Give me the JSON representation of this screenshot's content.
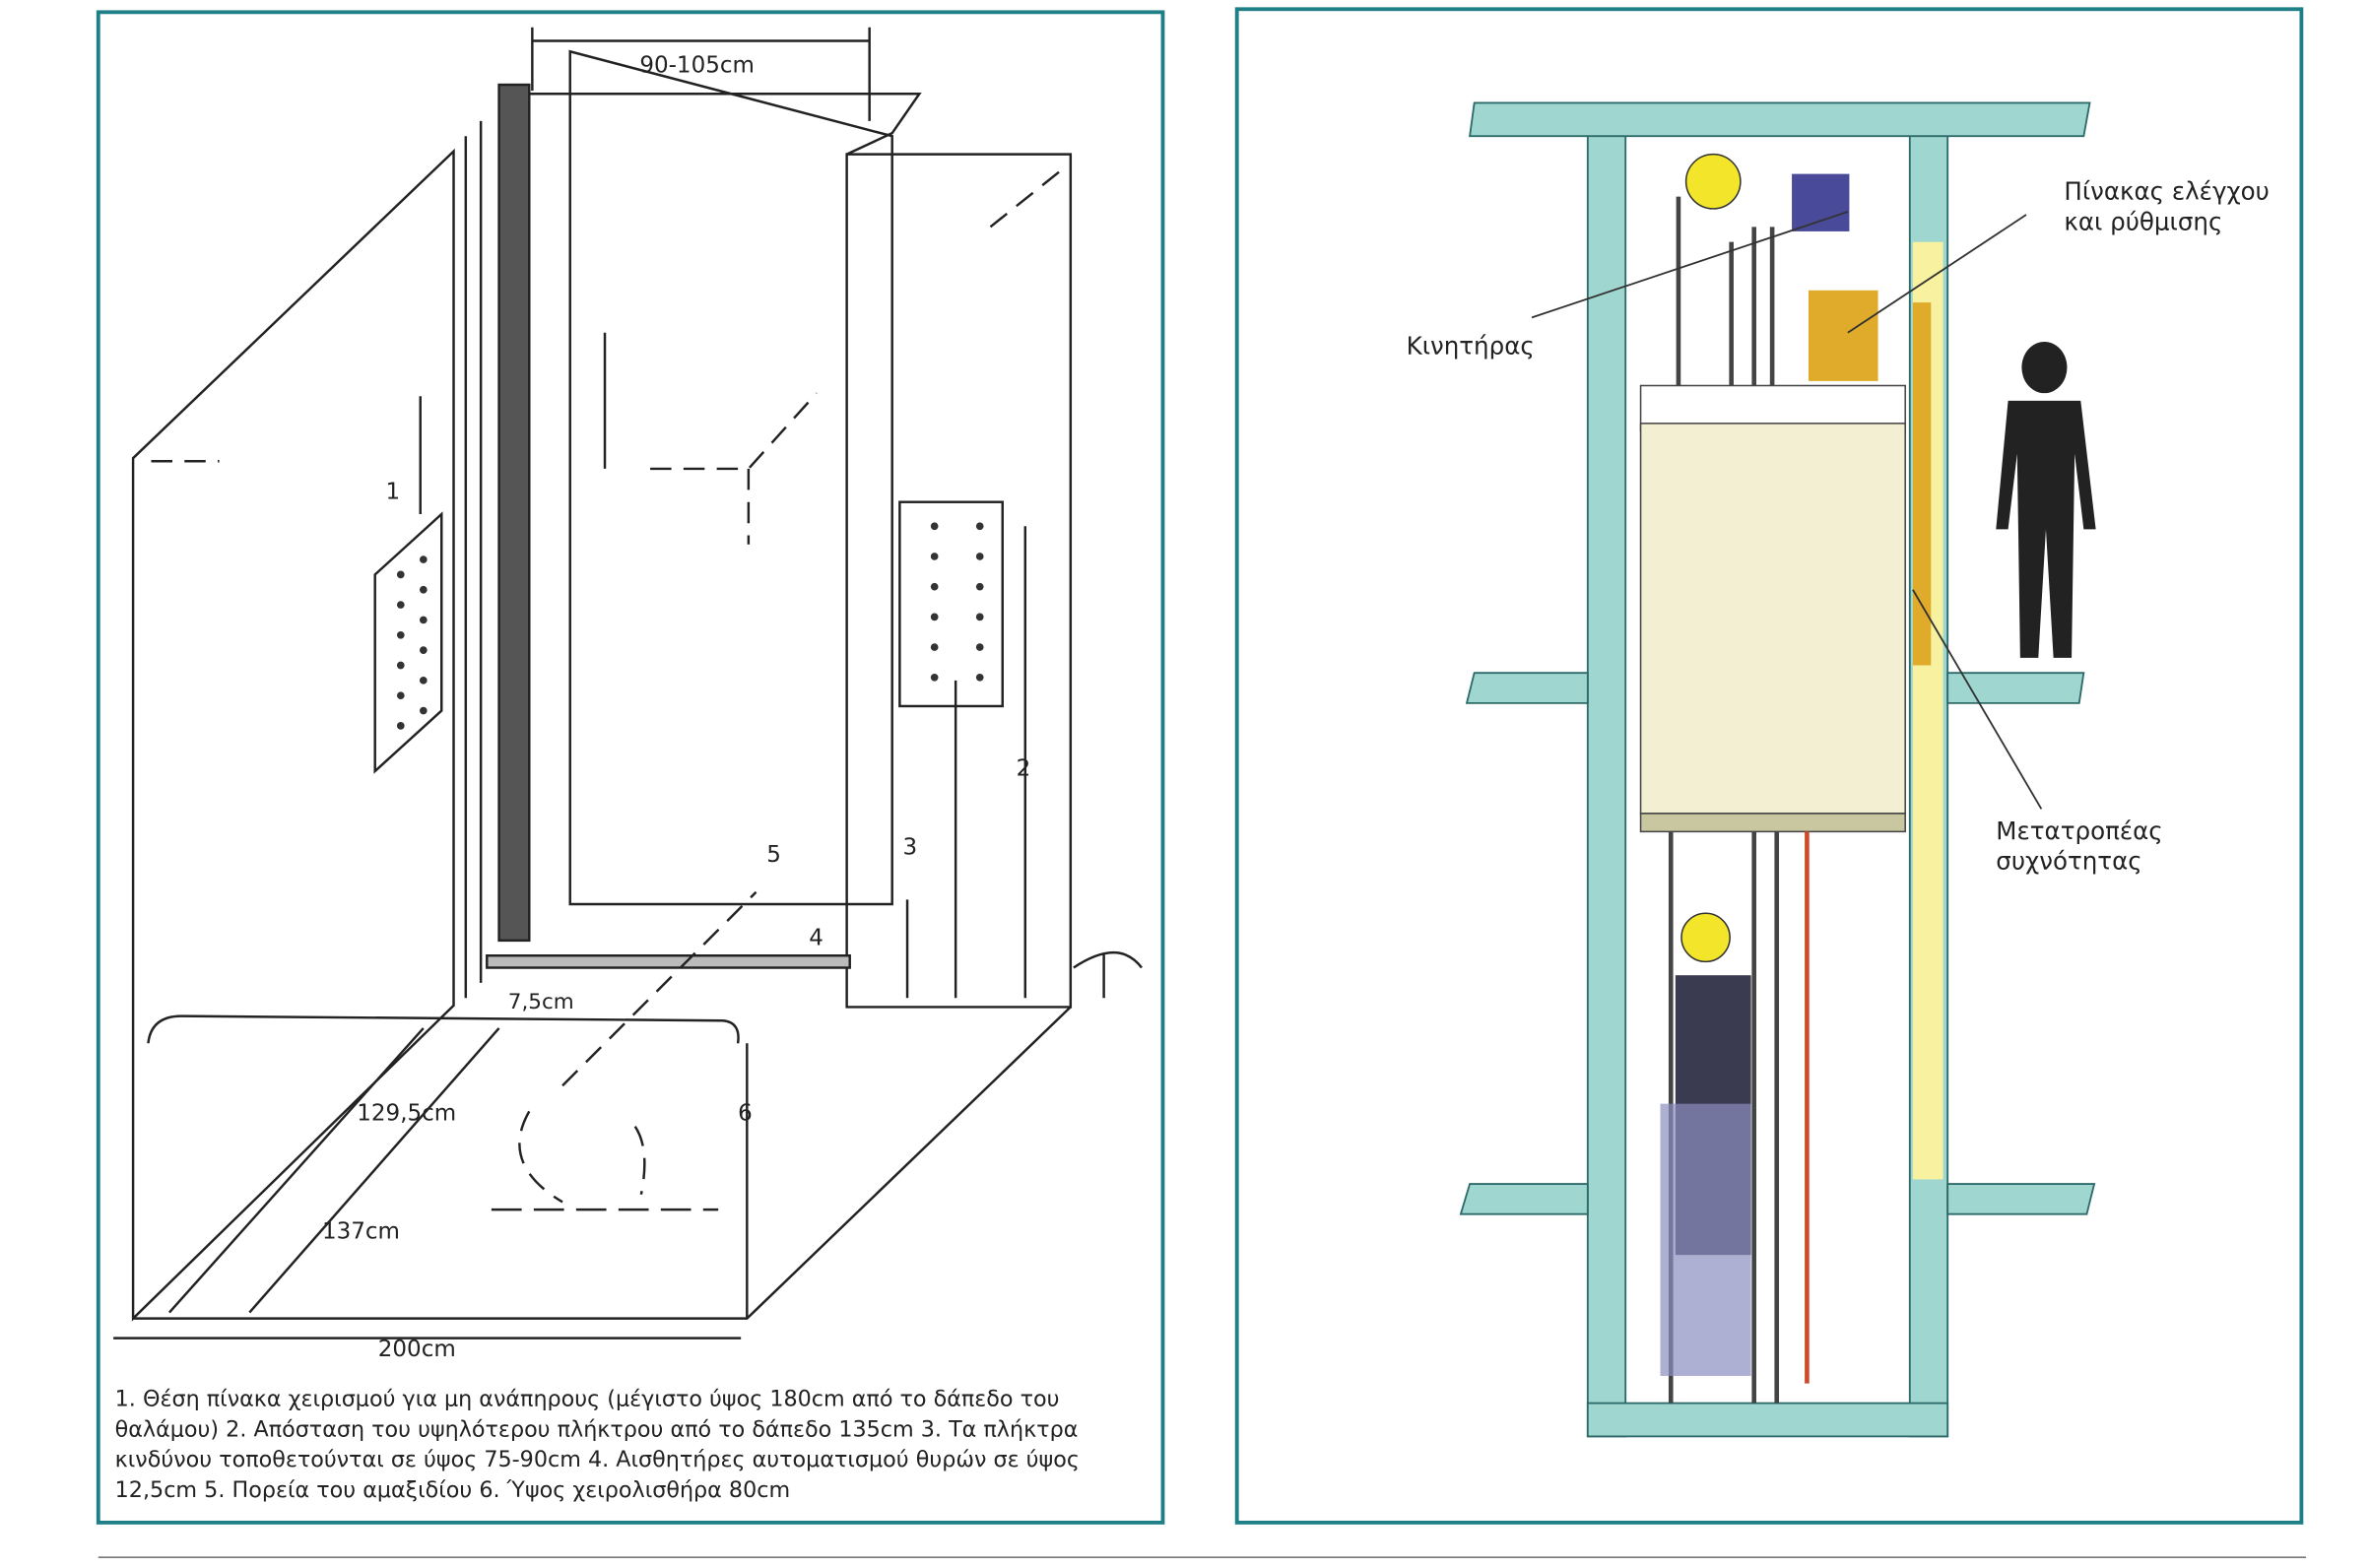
{
  "left_figure": {
    "dimensions": {
      "top_width": "90-105cm",
      "door_gap": "7,5cm",
      "depth_inner": "129,5cm",
      "depth_outer": "137cm",
      "width": "200cm"
    },
    "markers": [
      "1",
      "2",
      "3",
      "4",
      "5",
      "6"
    ],
    "caption": [
      "1. Θέση πίνακα χειρισμού για μη ανάπηρους (μέγιστο ύψος 180cm από το δάπεδο του",
      "θαλάμου) 2. Απόσταση του υψηλότερου πλήκτρου από το δάπεδο 135cm 3. Τα πλήκτρα",
      "κινδύνου τοποθετούνται σε ύψος 75-90cm  4. Αισθητήρες αυτοματισμού θυρών σε ύψος",
      "12,5cm 5. Πορεία του αμαξιδίου  6. Ύψος χειρολισθήρα 80cm"
    ]
  },
  "right_figure": {
    "labels": {
      "motor": "Κινητήρας",
      "control_panel_1": "Πίνακας ελέγχου",
      "control_panel_2": "και ρύθμισης",
      "inverter_1": "Μετατροπέας",
      "inverter_2": "συχνότητας"
    },
    "colors": {
      "frame": "#1f7f86",
      "shaft": "#9fd6cf",
      "cabin": "#f3efd2",
      "rail": "#f7f1a0",
      "panel": "#e0ab2a",
      "person": "#222222"
    }
  }
}
